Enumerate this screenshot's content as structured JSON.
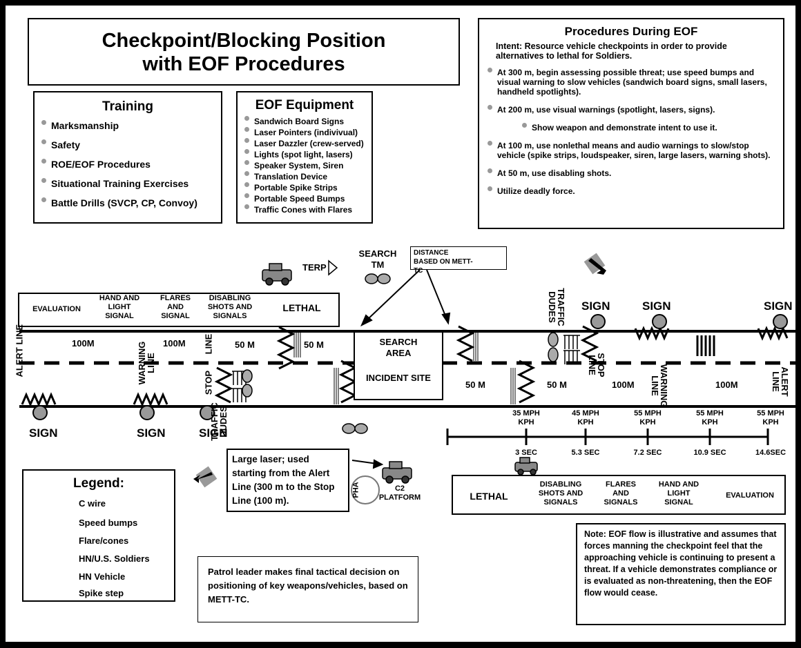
{
  "title": {
    "line1": "Checkpoint/Blocking Position",
    "line2": "with EOF Procedures"
  },
  "training": {
    "heading": "Training",
    "items": [
      "Marksmanship",
      "Safety",
      "ROE/EOF Procedures",
      "Situational Training Exercises",
      "Battle Drills (SVCP, CP, Convoy)"
    ]
  },
  "equipment": {
    "heading": "EOF Equipment",
    "items": [
      "Sandwich Board Signs",
      "Laser Pointers (indivivual)",
      "Laser Dazzler (crew-served)",
      "Lights (spot light, lasers)",
      "Speaker System, Siren",
      "Translation Device",
      "Portable Spike Strips",
      "Portable Speed Bumps",
      "Traffic Cones with Flares"
    ]
  },
  "procedures": {
    "heading": "Procedures During EOF",
    "intent": "Intent: Resource vehicle checkpoints in order to provide alternatives to lethal for Soldiers.",
    "items": [
      "At 300 m, begin assessing possible threat; use speed bumps and visual warning to slow vehicles (sandwich board signs, small lasers, handheld spotlights).",
      "At 200 m, use visual warnings (spotlight, lasers, signs).",
      "Show weapon and demonstrate intent to use it.",
      "At 100 m, use nonlethal means and audio warnings to slow/stop vehicle (spike strips, loudspeaker, siren, large lasers, warning shots).",
      "At 50 m, use disabling shots.",
      "Utilize deadly force."
    ]
  },
  "top_phases": [
    "EVALUATION",
    "HAND AND LIGHT SIGNAL",
    "FLARES AND SIGNAL",
    "DISABLING SHOTS AND SIGNALS",
    "LETHAL"
  ],
  "bottom_phases": [
    "LETHAL",
    "DISABLING SHOTS AND SIGNALS",
    "FLARES AND SIGNALS",
    "HAND AND LIGHT SIGNAL",
    "EVALUATION"
  ],
  "labels": {
    "terp": "TERP",
    "search_tm": "SEARCH TM",
    "distance": "DISTANCE BASED ON METT-TC",
    "search_area": "SEARCH AREA",
    "incident_site": "INCIDENT SITE",
    "sign": "SIGN",
    "alert_line": "ALERT LINE",
    "warning_line": "WARNING LINE",
    "stop_line": "STOP LINE",
    "traffic_dudes": "TRAFFIC DUDES",
    "pha": "PHA",
    "c2_platform": "C2 PLATFORM"
  },
  "left_distances": [
    "100M",
    "100M",
    "50 M",
    "50 M"
  ],
  "right_distances": [
    "50 M",
    "50 M",
    "100M",
    "100M"
  ],
  "speeds": [
    {
      "speed": "35 MPH KPH",
      "time": "3 SEC"
    },
    {
      "speed": "45 MPH KPH",
      "time": "5.3 SEC"
    },
    {
      "speed": "55 MPH KPH",
      "time": "7.2 SEC"
    },
    {
      "speed": "55 MPH KPH",
      "time": "10.9 SEC"
    },
    {
      "speed": "55 MPH KPH",
      "time": "14.6SEC"
    }
  ],
  "laser_note": "Large laser; used starting from the Alert Line (300 m to the Stop Line (100 m).",
  "legend": {
    "heading": "Legend:",
    "items": [
      {
        "icon": "c-wire-icon",
        "label": "C wire"
      },
      {
        "icon": "speed-bumps-icon",
        "label": "Speed bumps"
      },
      {
        "icon": "flare-cones-icon",
        "label": "Flare/cones"
      },
      {
        "icon": "soldiers-icon",
        "label": "HN/U.S. Soldiers"
      },
      {
        "icon": "hn-vehicle-icon",
        "label": "HN Vehicle"
      },
      {
        "icon": "spike-step-icon",
        "label": "Spike step"
      }
    ]
  },
  "patrol_note": "Patrol leader makes final tactical decision on positioning of key weapons/vehicles, based on METT-TC.",
  "eof_note": "Note: EOF flow is illustrative and assumes that forces manning the checkpoint feel that the approaching vehicle is continuing to present a threat. If a vehicle demonstrates compliance or is evaluated as non-threatening, then the EOF flow would cease."
}
